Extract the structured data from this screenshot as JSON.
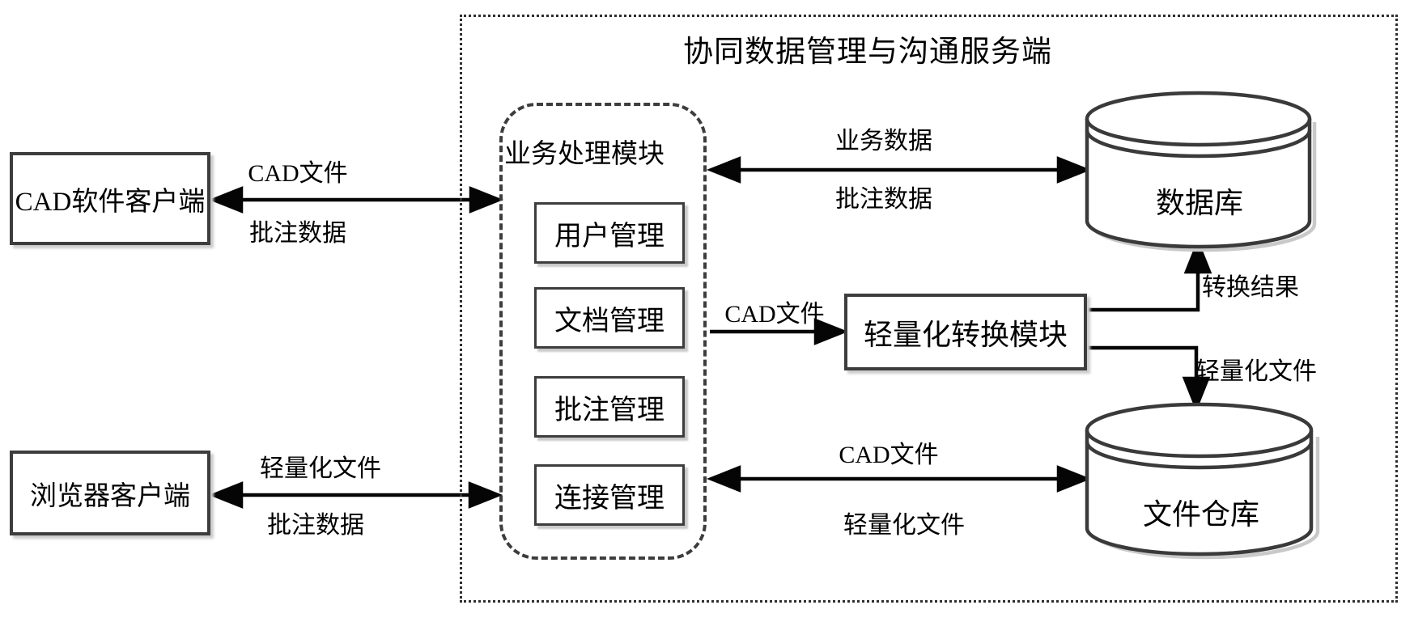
{
  "title": "协同数据管理与沟通服务端",
  "nodes": {
    "cad_client": "CAD软件客户端",
    "browser_client": "浏览器客户端",
    "business_module": "业务处理模块",
    "submodules": [
      "用户管理",
      "文档管理",
      "批注管理",
      "连接管理"
    ],
    "conversion_module": "轻量化转换模块",
    "database": "数据库",
    "file_repository": "文件仓库"
  },
  "edges": {
    "cad_client_business": {
      "top": "CAD文件",
      "bottom": "批注数据"
    },
    "business_database": {
      "top": "业务数据",
      "bottom": "批注数据"
    },
    "business_conversion": {
      "label": "CAD文件"
    },
    "conversion_database": {
      "label": "转换结果"
    },
    "conversion_filerepo": {
      "label": "轻量化文件"
    },
    "business_filerepo": {
      "top": "CAD文件",
      "bottom": "轻量化文件"
    },
    "browser_business": {
      "top": "轻量化文件",
      "bottom": "批注数据"
    }
  },
  "colors": {
    "line": "#000000",
    "border": "#3d3d3d",
    "background": "#ffffff"
  }
}
